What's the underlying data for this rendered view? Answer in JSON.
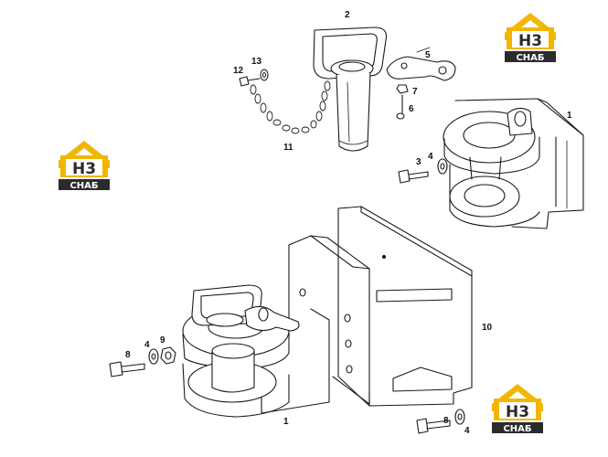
{
  "brand": {
    "logo_mark": "H3",
    "logo_word": "СНАБ",
    "colors": {
      "gold": "#F2B600",
      "dark": "#2B2B2B",
      "white": "#FFFFFF"
    }
  },
  "diagram": {
    "line_color": "#1a1a1a",
    "callouts": {
      "c1_top": "1",
      "c2": "2",
      "c3": "3",
      "c4_mid": "4",
      "c5": "5",
      "c6": "6",
      "c7": "7",
      "c11": "11",
      "c12": "12",
      "c13": "13",
      "c1_bottom": "1",
      "c4_left": "4",
      "c8_left": "8",
      "c9": "9",
      "c10": "10",
      "c8_bottom": "8",
      "c4_bottom": "4"
    }
  }
}
